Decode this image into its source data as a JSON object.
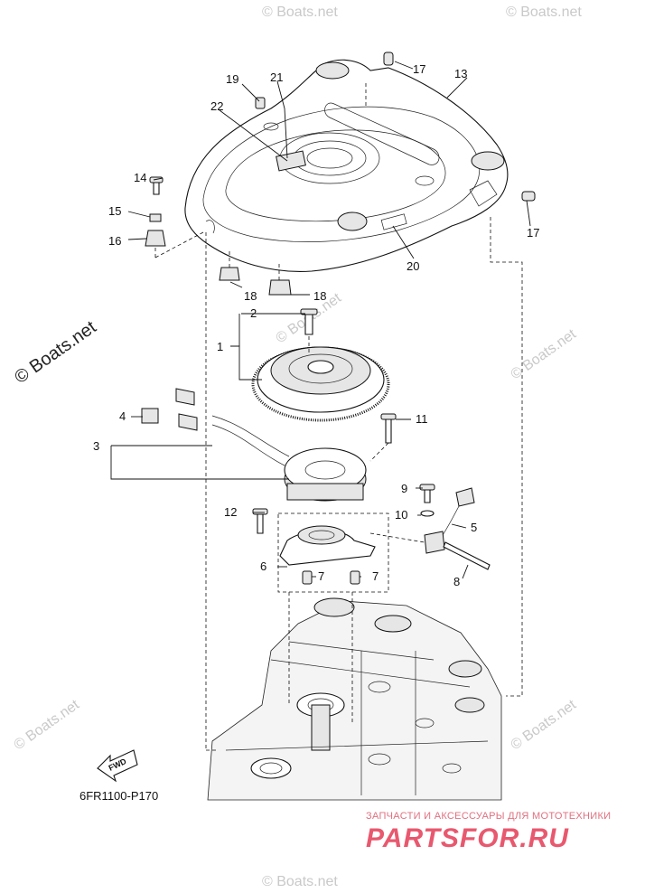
{
  "diagram": {
    "callouts": {
      "c1": "1",
      "c2": "2",
      "c3": "3",
      "c4": "4",
      "c5": "5",
      "c6": "6",
      "c7a": "7",
      "c7b": "7",
      "c8": "8",
      "c9": "9",
      "c10": "10",
      "c11": "11",
      "c12": "12",
      "c13": "13",
      "c14": "14",
      "c15": "15",
      "c16": "16",
      "c17a": "17",
      "c17b": "17",
      "c18a": "18",
      "c18b": "18",
      "c19": "19",
      "c20": "20",
      "c21": "21",
      "c22": "22"
    },
    "fwd_label": "FWD",
    "drawing_code": "6FR1100-P170"
  },
  "watermarks": {
    "main": "© Boats.net",
    "faint": "© Boats.net"
  },
  "branding": {
    "tagline": "ЗАПЧАСТИ И АКСЕССУАРЫ ДЛЯ МОТОТЕХНИКИ",
    "logo": "PARTSFOR.RU",
    "accent": "#e8586e"
  }
}
